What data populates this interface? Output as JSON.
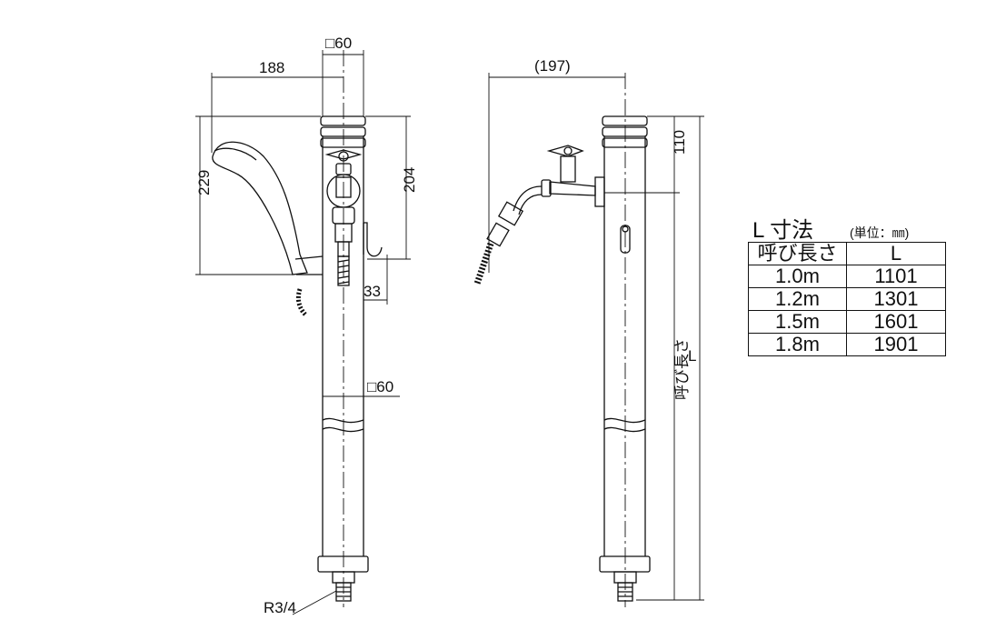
{
  "front_view": {
    "top_size": "□60",
    "mid_size": "□60",
    "width_188": "188",
    "height_229": "229",
    "height_204": "204",
    "offset_33": "33",
    "thread": "R3/4"
  },
  "side_view": {
    "width_197": "(197)",
    "height_110": "110",
    "length_L": "L",
    "nominal_length": "呼び長さ"
  },
  "table": {
    "title": "L 寸法",
    "unit": "(単位：㎜)",
    "headers": [
      "呼び長さ",
      "L"
    ],
    "rows": [
      [
        "1.0m",
        "1101"
      ],
      [
        "1.2m",
        "1301"
      ],
      [
        "1.5m",
        "1601"
      ],
      [
        "1.8m",
        "1901"
      ]
    ]
  }
}
